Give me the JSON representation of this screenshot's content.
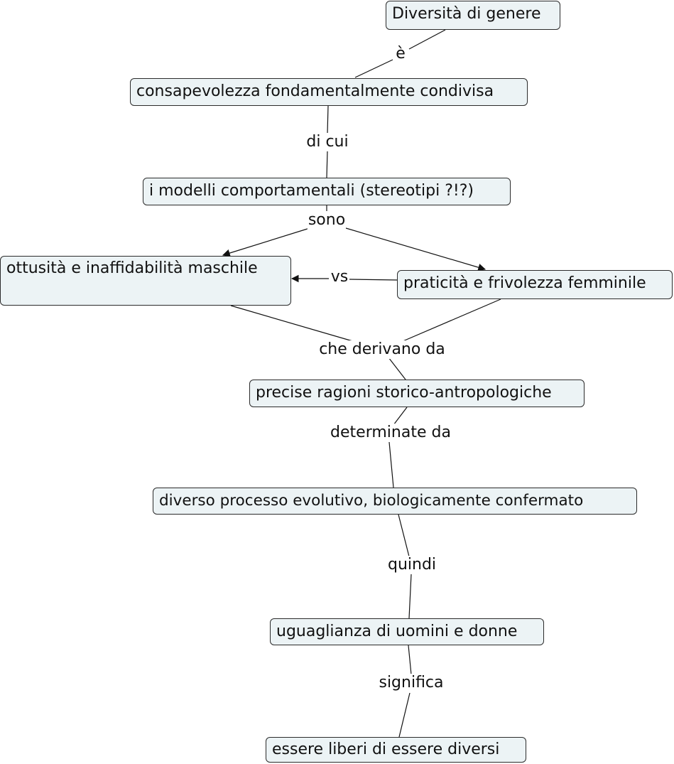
{
  "concept_map": {
    "nodes": [
      {
        "id": "n1",
        "text": "Diversità di genere"
      },
      {
        "id": "n2",
        "text": "consapevolezza fondamentalmente condivisa"
      },
      {
        "id": "n3",
        "text": "i modelli comportamentali (stereotipi ?!?)"
      },
      {
        "id": "n4",
        "text": "ottusità e inaffidabilità maschile"
      },
      {
        "id": "n5",
        "text": "praticità e frivolezza femminile"
      },
      {
        "id": "n6",
        "text": "precise ragioni storico-antropologiche"
      },
      {
        "id": "n7",
        "text": "diverso processo evolutivo, biologicamente confermato"
      },
      {
        "id": "n8",
        "text": "uguaglianza di uomini e donne"
      },
      {
        "id": "n9",
        "text": "essere liberi di essere diversi"
      }
    ],
    "linking_phrases": [
      {
        "id": "l1",
        "text": "è",
        "from": [
          "n1"
        ],
        "to": [
          "n2"
        ]
      },
      {
        "id": "l2",
        "text": "di cui",
        "from": [
          "n2"
        ],
        "to": [
          "n3"
        ]
      },
      {
        "id": "l3",
        "text": "sono",
        "from": [
          "n3"
        ],
        "to": [
          "n4",
          "n5"
        ],
        "arrows": true
      },
      {
        "id": "l4",
        "text": "vs",
        "from": [
          "n5"
        ],
        "to": [
          "n4"
        ],
        "arrows": true
      },
      {
        "id": "l5",
        "text": "che derivano da",
        "from": [
          "n4",
          "n5"
        ],
        "to": [
          "n6"
        ]
      },
      {
        "id": "l6",
        "text": "determinate da",
        "from": [
          "n6"
        ],
        "to": [
          "n7"
        ]
      },
      {
        "id": "l7",
        "text": "quindi",
        "from": [
          "n7"
        ],
        "to": [
          "n8"
        ]
      },
      {
        "id": "l8",
        "text": "significa",
        "from": [
          "n8"
        ],
        "to": [
          "n9"
        ]
      }
    ],
    "colors": {
      "node_fill": "#ecf3f5",
      "node_border": "#2b2b2b",
      "line": "#111111"
    }
  }
}
